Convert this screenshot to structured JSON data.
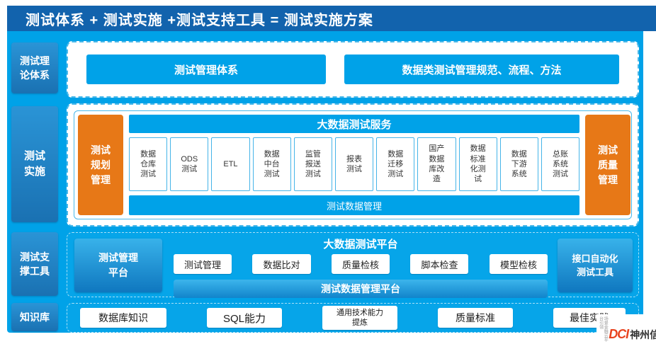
{
  "colors": {
    "background_blue": "#00a2e8",
    "header_blue": "#1263ad",
    "sidebar_blue": "#1d80c3",
    "orange": "#e77817",
    "box_border_blue": "#45b4e8"
  },
  "header": {
    "title": "测试体系 + 测试实施 +测试支持工具 = 测试实施方案"
  },
  "sidebar": {
    "items": [
      {
        "label": "测试理\n论体系"
      },
      {
        "label": "测试\n实施"
      },
      {
        "label": "测试支\n撑工具"
      },
      {
        "label": "知识库"
      }
    ]
  },
  "theory_row": {
    "box1": "测试管理体系",
    "box2": "数据类测试管理规范、流程、方法"
  },
  "implementation_row": {
    "left_box": "测试\n规划\n管理",
    "service_header": "大数据测试服务",
    "services": [
      "数据\n仓库\n测试",
      "ODS\n测试",
      "ETL",
      "数据\n中台\n测试",
      "监管\n报送\n测试",
      "报表\n测试",
      "数据\n迁移\n测试",
      "国产\n数据\n库改\n造",
      "数据\n标准\n化测\n试",
      "数据\n下游\n系统",
      "总账\n系统\n测试"
    ],
    "service_footer": "测试数据管理",
    "right_box": "测试\n质量\n管理"
  },
  "tools_row": {
    "left_box": "测试管理\n平台",
    "platform_header": "大数据测试平台",
    "tools": [
      "测试管理",
      "数据比对",
      "质量检核",
      "脚本检查",
      "模型检核"
    ],
    "platform_footer": "测试数据管理平台",
    "right_box": "接口自动化\n测试工具"
  },
  "knowledge_row": {
    "items": [
      "数据库知识",
      "SQL能力",
      "通用技术能力\n提炼",
      "质量标准",
      "最佳实践"
    ]
  },
  "logo": {
    "en": "DCI",
    "cn": "神州信",
    "tagline": "场景金融云平台引领"
  }
}
